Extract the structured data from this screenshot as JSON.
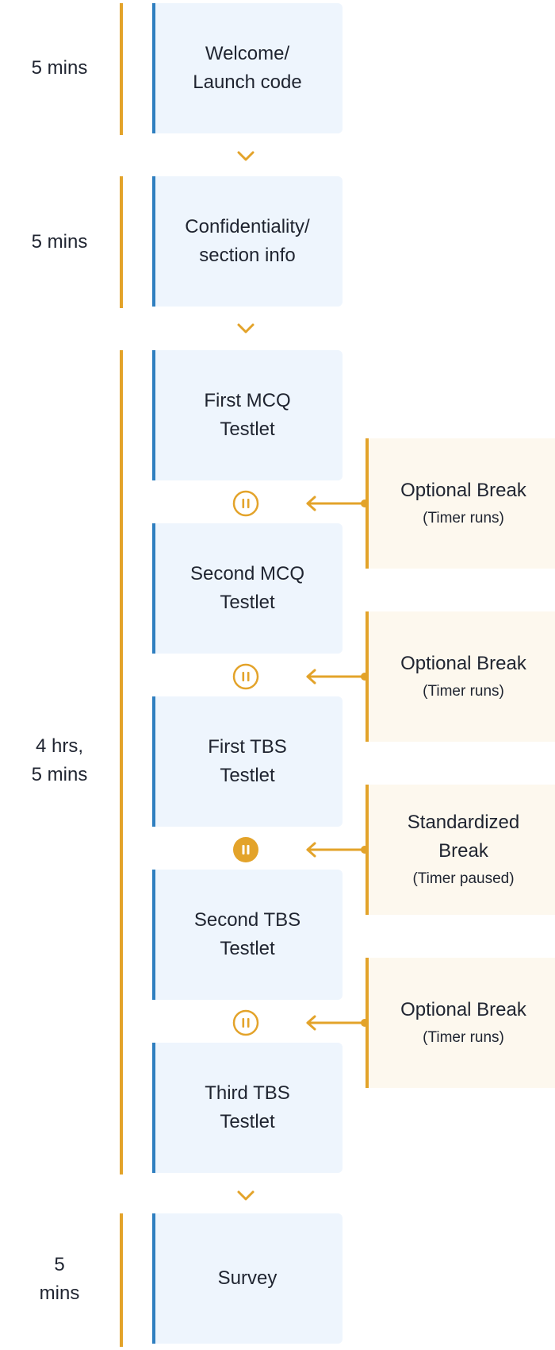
{
  "time_labels": {
    "welcome": [
      "5 mins"
    ],
    "confidentiality": [
      "5 mins"
    ],
    "testlets": [
      "4 hrs,",
      "5 mins"
    ],
    "survey": [
      "5",
      "mins"
    ]
  },
  "steps": {
    "welcome": [
      "Welcome/",
      "Launch code"
    ],
    "confidentiality": [
      "Confidentiality/",
      "section info"
    ],
    "mcq1": [
      "First MCQ",
      "Testlet"
    ],
    "mcq2": [
      "Second MCQ",
      "Testlet"
    ],
    "tbs1": [
      "First TBS",
      "Testlet"
    ],
    "tbs2": [
      "Second TBS",
      "Testlet"
    ],
    "tbs3": [
      "Third TBS",
      "Testlet"
    ],
    "survey": [
      "Survey"
    ]
  },
  "breaks": [
    {
      "title": [
        "Optional Break"
      ],
      "note": "(Timer runs)",
      "kind": "optional"
    },
    {
      "title": [
        "Optional Break"
      ],
      "note": "(Timer runs)",
      "kind": "optional"
    },
    {
      "title": [
        "Standardized",
        "Break"
      ],
      "note": "(Timer paused)",
      "kind": "standardized"
    },
    {
      "title": [
        "Optional Break"
      ],
      "note": "(Timer runs)",
      "kind": "optional"
    }
  ],
  "colors": {
    "time_bar": "#e3a32a",
    "step_bar": "#2f7fc0",
    "step_bg": "#eef5fd",
    "break_bg": "#fdf8ee",
    "accent": "#e3a32a"
  },
  "icons": {
    "next": "chevron-down-icon",
    "optional_break": "pause-outline-icon",
    "standardized_break": "pause-filled-icon",
    "connector": "arrow-left-icon"
  }
}
